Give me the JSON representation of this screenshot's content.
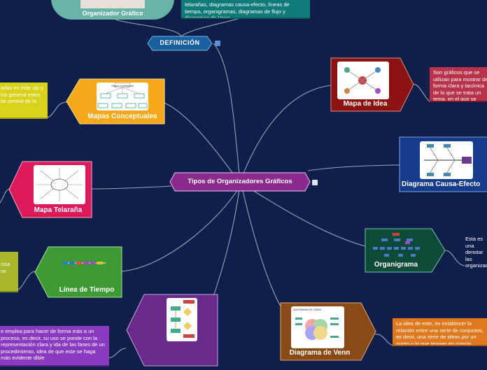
{
  "central": {
    "label": "Tipos de Organizadores Gráficos"
  },
  "top_node": {
    "label": "Organizador Gráfico"
  },
  "definicion": {
    "label": "DEFINICIÓN"
  },
  "top_note": {
    "text": "telarañas, diagramas causa-efecto, líneas de tiempo, organigramas, diagramas de flujo y diagramas de Venn."
  },
  "nodes": {
    "mapa_idea": {
      "label": "Mapa de Idea",
      "color": "#8c1212"
    },
    "causa_efecto": {
      "label": "Diagrama Causa-Efecto",
      "color": "#163b8c"
    },
    "organigrama": {
      "label": "Organigrama",
      "color": "#0e4a38"
    },
    "venn": {
      "label": "Diagrama de Venn",
      "color": "#8a4a16"
    },
    "mapas_conceptuales": {
      "label": "Mapas Conceptuales",
      "color": "#f4a81a"
    },
    "telarana": {
      "label": "Mapa Telaraña",
      "color": "#dc1a5a"
    },
    "linea_tiempo": {
      "label": "Línea de Tiempo",
      "color": "#3e9a34"
    },
    "flujo": {
      "label": "",
      "color": "#6a2a8c"
    }
  },
  "notes": {
    "mapa_idea": "Son gráficos que se utilizan para mostrar de forma clara y lacónica de lo que se trata un tema, en el que se amplié la expresión de los diferentes puntos o, por el contrario, se busque la relación existente entre cada uno de las mismas, pero",
    "organigrama": "Esta es una denotar las organizaciones capital humano distribuido",
    "venn": "La idea de este, es establecer la relación entre una serie de conjuntos, es decir, una serie de ideas por un punto o lo que tengan en común.",
    "mapas_conceptuales": "adas en este ujo y los general estos se central de la",
    "linea_tiempo": "cisa se",
    "flujo": "e emplea para hacer de forma más a un proceso, es decir, su uso se ponde con la representación clara y ida de las fases de un procedimiento, idea de que este se haga más evidente dible"
  },
  "thumb_texts": {
    "concept_top": "Mapa Conceptual",
    "venn_title": "DIAGRAMA DE VENN"
  }
}
